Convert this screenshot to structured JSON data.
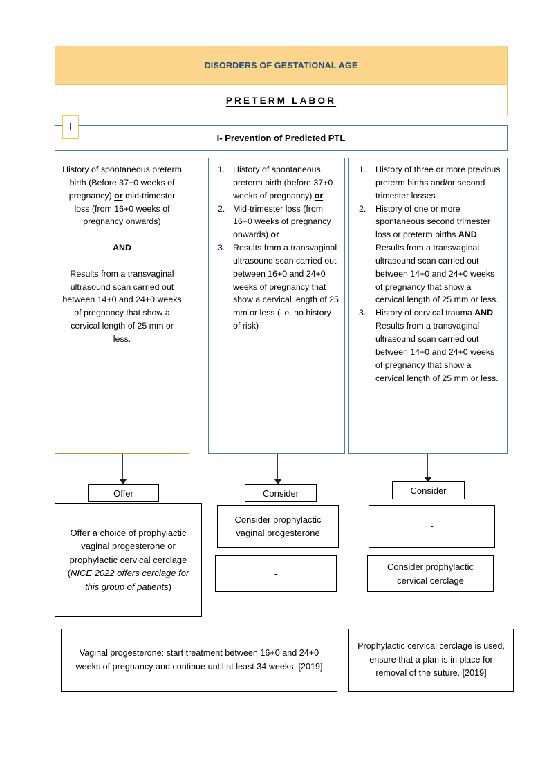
{
  "header": {
    "title": "DISORDERS OF GESTATIONAL AGE",
    "subtitle": "PRETERM LABOR",
    "title_bg_color": "#FBD58B",
    "title_text_color": "#1F4E79"
  },
  "section": {
    "marker": "I",
    "marker_border_color": "#F2C64D",
    "heading": "I- Prevention of Predicted PTL",
    "border_color": "#4A7CA8"
  },
  "criteria_columns": [
    {
      "id": "column-1",
      "border_color": "#C98A3C",
      "style": "paragraph",
      "paragraphs": [
        {
          "segments": [
            {
              "text": "History of spontaneous preterm birth (Before 37+0 weeks of pregnancy) ",
              "emphasis": "none"
            },
            {
              "text": "or",
              "emphasis": "bold-underline"
            },
            {
              "text": " mid-trimester loss (from 16+0 weeks of pregnancy onwards)",
              "emphasis": "none"
            }
          ]
        },
        {
          "connector": "AND"
        },
        {
          "segments": [
            {
              "text": "Results from a transvaginal ultrasound scan carried out between 14+0 and 24+0 weeks of pregnancy that show a cervical length of 25 mm or less.",
              "emphasis": "none"
            }
          ]
        }
      ]
    },
    {
      "id": "column-2",
      "border_color": "#4A7CA8",
      "style": "numbered",
      "items": [
        {
          "segments": [
            {
              "text": "History of spontaneous preterm birth (before 37+0 weeks of pregnancy) ",
              "emphasis": "none"
            },
            {
              "text": "or",
              "emphasis": "bold-underline"
            }
          ]
        },
        {
          "segments": [
            {
              "text": "Mid-trimester loss (from 16+0 weeks of pregnancy onwards) ",
              "emphasis": "none"
            },
            {
              "text": "or",
              "emphasis": "bold-underline"
            }
          ]
        },
        {
          "segments": [
            {
              "text": "Results from a transvaginal ultrasound scan carried out between 16+0 and 24+0 weeks of pregnancy that show a cervical length of 25 mm or less (i.e. no history of risk)",
              "emphasis": "none"
            }
          ]
        }
      ]
    },
    {
      "id": "column-3",
      "border_color": "#4A7CA8",
      "style": "numbered",
      "items": [
        {
          "segments": [
            {
              "text": "History of three or more previous preterm births and/or second trimester losses",
              "emphasis": "none"
            }
          ]
        },
        {
          "segments": [
            {
              "text": "History of one or more spontaneous second trimester loss or preterm births ",
              "emphasis": "none"
            },
            {
              "text": "AND ",
              "emphasis": "bold-underline"
            },
            {
              "text": "Results from a transvaginal ultrasound scan carried out between 14+0 and 24+0 weeks of pregnancy that show a cervical length of 25 mm or less.",
              "emphasis": "none"
            }
          ]
        },
        {
          "segments": [
            {
              "text": "History of cervical trauma ",
              "emphasis": "none"
            },
            {
              "text": "AND ",
              "emphasis": "bold-underline"
            },
            {
              "text": "Results from a transvaginal ultrasound scan carried out between 14+0 and 24+0 weeks of pregnancy that show a cervical length of 25 mm or less.",
              "emphasis": "none"
            }
          ]
        }
      ]
    }
  ],
  "decision_labels": [
    {
      "id": "label-1",
      "text": "Offer"
    },
    {
      "id": "label-2",
      "text": "Consider"
    },
    {
      "id": "label-3",
      "text": "Consider"
    }
  ],
  "actions": {
    "column_1": {
      "main": {
        "line_1": "Offer a choice of prophylactic vaginal progesterone or prophylactic cervical cerclage ",
        "paren_open": "(",
        "italic": "NICE 2022 offers cerclage for this group of patients",
        "paren_close": ")"
      }
    },
    "column_2": {
      "box_1": "Consider prophylactic vaginal progesterone",
      "box_2": "-"
    },
    "column_3": {
      "box_1": "-",
      "box_2": "Consider prophylactic cervical cerclage"
    }
  },
  "notes": [
    {
      "id": "note-progesterone",
      "text": "Vaginal progesterone: start treatment between 16+0 and 24+0 weeks of pregnancy and continue until at least 34 weeks. [2019]"
    },
    {
      "id": "note-cerclage",
      "text": "Prophylactic cervical cerclage is used, ensure that a plan is in place for removal of the suture. [2019]"
    }
  ]
}
